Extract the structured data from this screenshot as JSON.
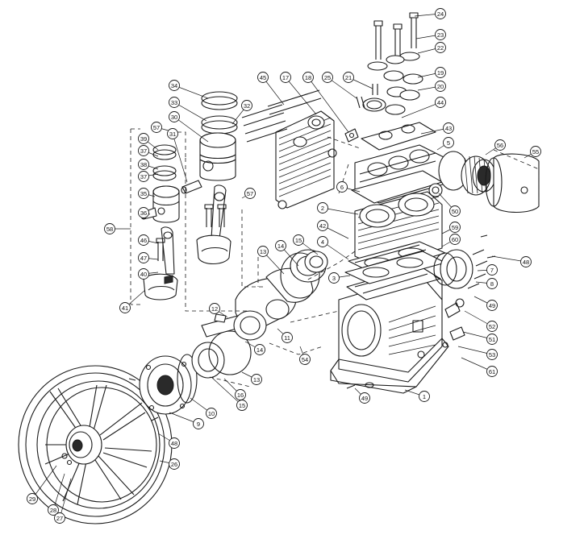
{
  "callouts": [
    {
      "number": "24"
    },
    {
      "number": "23"
    },
    {
      "number": "22"
    },
    {
      "number": "19"
    },
    {
      "number": "20"
    },
    {
      "number": "45"
    },
    {
      "number": "17"
    },
    {
      "number": "18"
    },
    {
      "number": "25"
    },
    {
      "number": "21"
    },
    {
      "number": "34"
    },
    {
      "number": "33"
    },
    {
      "number": "32"
    },
    {
      "number": "30"
    },
    {
      "number": "31"
    },
    {
      "number": "57"
    },
    {
      "number": "39"
    },
    {
      "number": "37"
    },
    {
      "number": "38"
    },
    {
      "number": "37"
    },
    {
      "number": "35"
    },
    {
      "number": "36"
    },
    {
      "number": "57"
    },
    {
      "number": "58"
    },
    {
      "number": "46"
    },
    {
      "number": "47"
    },
    {
      "number": "40"
    },
    {
      "number": "41"
    },
    {
      "number": "44"
    },
    {
      "number": "43"
    },
    {
      "number": "5"
    },
    {
      "number": "56"
    },
    {
      "number": "55"
    },
    {
      "number": "6"
    },
    {
      "number": "50"
    },
    {
      "number": "2"
    },
    {
      "number": "42"
    },
    {
      "number": "59"
    },
    {
      "number": "60"
    },
    {
      "number": "4"
    },
    {
      "number": "14"
    },
    {
      "number": "15"
    },
    {
      "number": "13"
    },
    {
      "number": "3"
    },
    {
      "number": "48"
    },
    {
      "number": "7"
    },
    {
      "number": "8"
    },
    {
      "number": "49"
    },
    {
      "number": "12"
    },
    {
      "number": "11"
    },
    {
      "number": "14"
    },
    {
      "number": "54"
    },
    {
      "number": "52"
    },
    {
      "number": "51"
    },
    {
      "number": "53"
    },
    {
      "number": "61"
    },
    {
      "number": "13"
    },
    {
      "number": "16"
    },
    {
      "number": "15"
    },
    {
      "number": "10"
    },
    {
      "number": "9"
    },
    {
      "number": "49"
    },
    {
      "number": "1"
    },
    {
      "number": "48"
    },
    {
      "number": "26"
    },
    {
      "number": "29"
    },
    {
      "number": "28"
    },
    {
      "number": "27"
    }
  ]
}
